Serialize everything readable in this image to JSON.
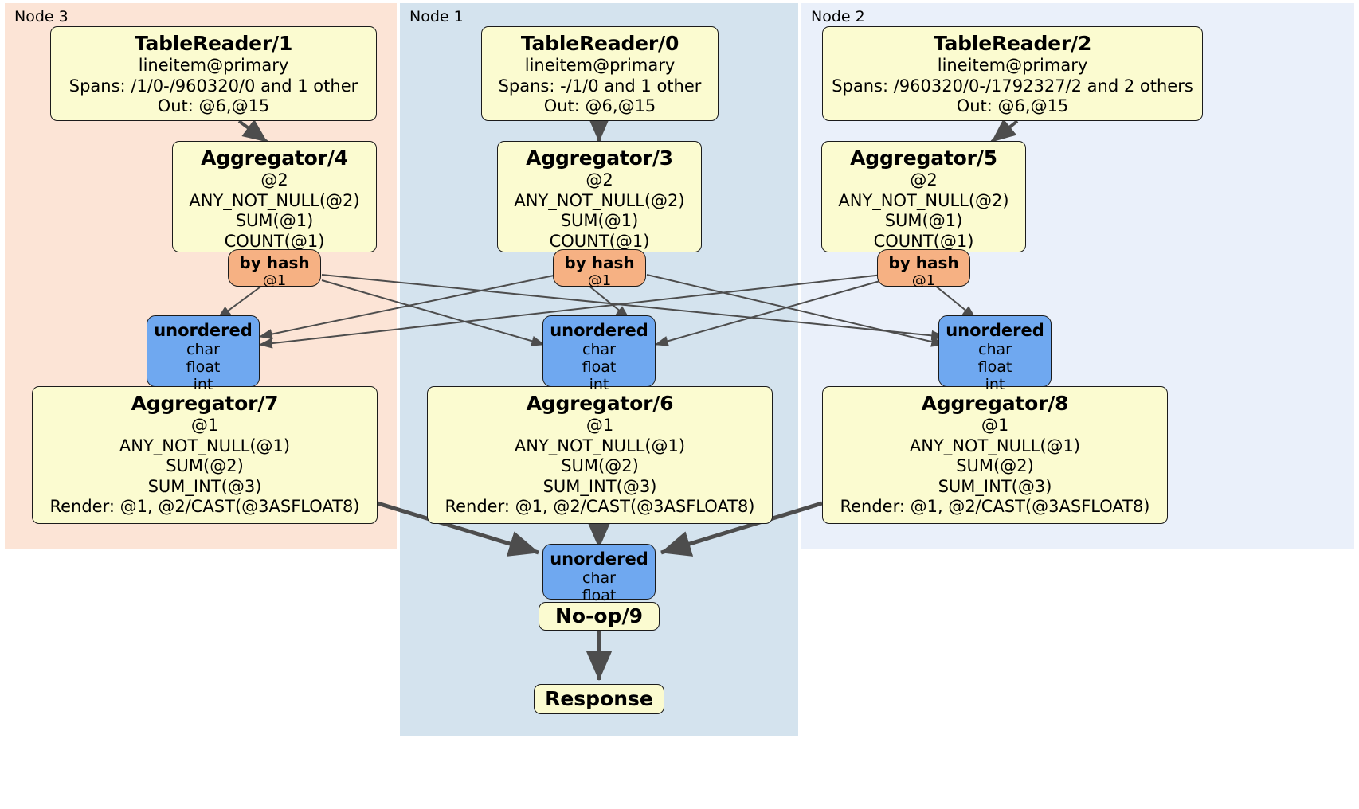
{
  "diagram": {
    "type": "distributed-query-plan",
    "clusters": [
      {
        "id": "node3",
        "label": "Node 3",
        "color": "#fce4d6"
      },
      {
        "id": "node1",
        "label": "Node 1",
        "color": "#d4e3ee"
      },
      {
        "id": "node2",
        "label": "Node 2",
        "color": "#eaf0fa"
      }
    ],
    "colors": {
      "processor_fill": "#fbfbd0",
      "router_fill": "#f6b183",
      "sync_fill": "#6fa8f0",
      "border": "#1b1b1b",
      "edge": "#4d4d4d"
    }
  },
  "nodes": {
    "table_reader_1": {
      "title": "TableReader/1",
      "lines": [
        "lineitem@primary",
        "Spans: /1/0-/960320/0 and 1 other",
        "Out: @6,@15"
      ]
    },
    "table_reader_0": {
      "title": "TableReader/0",
      "lines": [
        "lineitem@primary",
        "Spans: -/1/0 and 1 other",
        "Out: @6,@15"
      ]
    },
    "table_reader_2": {
      "title": "TableReader/2",
      "lines": [
        "lineitem@primary",
        "Spans: /960320/0-/1792327/2 and 2 others",
        "Out: @6,@15"
      ]
    },
    "aggregator_4": {
      "title": "Aggregator/4",
      "lines": [
        "@2",
        "ANY_NOT_NULL(@2)",
        "SUM(@1)",
        "COUNT(@1)"
      ]
    },
    "aggregator_3": {
      "title": "Aggregator/3",
      "lines": [
        "@2",
        "ANY_NOT_NULL(@2)",
        "SUM(@1)",
        "COUNT(@1)"
      ]
    },
    "aggregator_5": {
      "title": "Aggregator/5",
      "lines": [
        "@2",
        "ANY_NOT_NULL(@2)",
        "SUM(@1)",
        "COUNT(@1)"
      ]
    },
    "router_node3": {
      "title": "by hash",
      "lines": [
        "@1"
      ]
    },
    "router_node1": {
      "title": "by hash",
      "lines": [
        "@1"
      ]
    },
    "router_node2": {
      "title": "by hash",
      "lines": [
        "@1"
      ]
    },
    "sync_node3": {
      "title": "unordered",
      "lines": [
        "char",
        "float",
        "int"
      ]
    },
    "sync_node1": {
      "title": "unordered",
      "lines": [
        "char",
        "float",
        "int"
      ]
    },
    "sync_node2": {
      "title": "unordered",
      "lines": [
        "char",
        "float",
        "int"
      ]
    },
    "aggregator_7": {
      "title": "Aggregator/7",
      "lines": [
        "@1",
        "ANY_NOT_NULL(@1)",
        "SUM(@2)",
        "SUM_INT(@3)",
        "Render: @1, @2/CAST(@3ASFLOAT8)"
      ]
    },
    "aggregator_6": {
      "title": "Aggregator/6",
      "lines": [
        "@1",
        "ANY_NOT_NULL(@1)",
        "SUM(@2)",
        "SUM_INT(@3)",
        "Render: @1, @2/CAST(@3ASFLOAT8)"
      ]
    },
    "aggregator_8": {
      "title": "Aggregator/8",
      "lines": [
        "@1",
        "ANY_NOT_NULL(@1)",
        "SUM(@2)",
        "SUM_INT(@3)",
        "Render: @1, @2/CAST(@3ASFLOAT8)"
      ]
    },
    "sync_final": {
      "title": "unordered",
      "lines": [
        "char",
        "float"
      ]
    },
    "noop_9": {
      "title": "No-op/9"
    },
    "response": {
      "title": "Response"
    }
  }
}
